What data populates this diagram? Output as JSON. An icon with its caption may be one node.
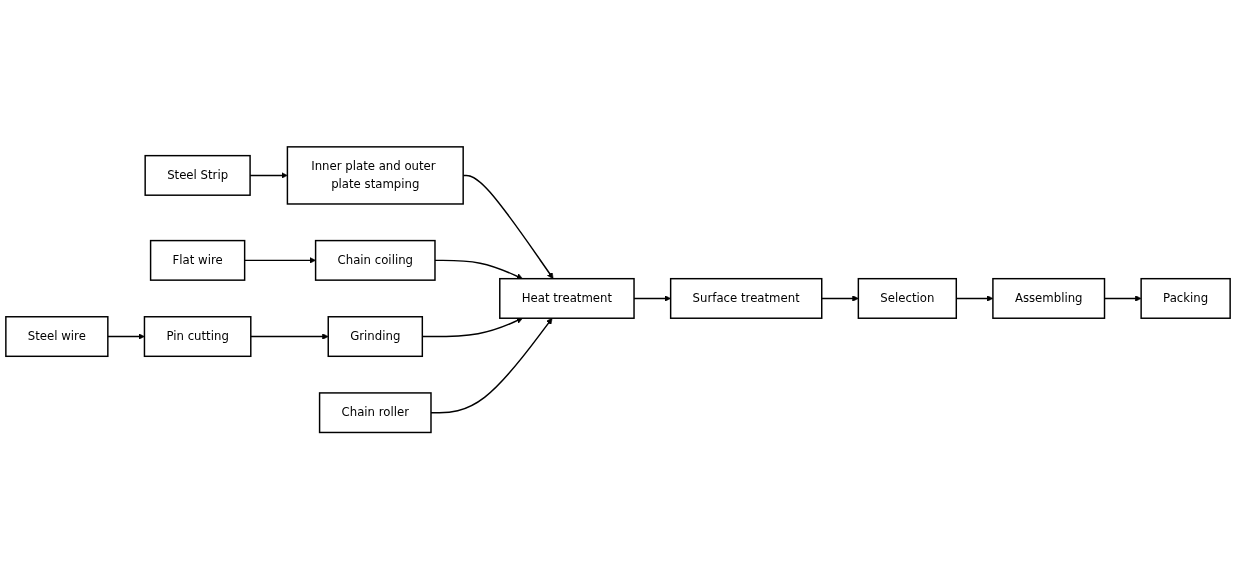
{
  "diagram": {
    "nodes": [
      {
        "text": [
          "Steel Strip"
        ]
      },
      {
        "text": [
          "Inner plate and outer plate stamping"
        ]
      },
      {
        "text": [
          "Flat wire"
        ]
      },
      {
        "text": [
          "Chain coiling"
        ]
      },
      {
        "text": [
          "Steel wire"
        ]
      },
      {
        "text": [
          "Pin cutting"
        ]
      },
      {
        "text": [
          "Grinding"
        ]
      },
      {
        "text": [
          "Chain roller"
        ]
      },
      {
        "text": [
          "Heat treatment"
        ]
      },
      {
        "text": [
          "Surface treatment"
        ]
      },
      {
        "text": [
          "Selection"
        ]
      },
      {
        "text": [
          "Assembling"
        ]
      },
      {
        "text": [
          "Packing"
        ]
      }
    ],
    "edges": [
      {
        "from": 0,
        "to": 1,
        "arrow": "to"
      },
      {
        "from": 1,
        "to": 8,
        "arrow": "to"
      },
      {
        "from": 2,
        "to": 3,
        "arrow": "to"
      },
      {
        "from": 3,
        "to": 8,
        "arrow": "to"
      },
      {
        "from": 4,
        "to": 5,
        "arrow": "to"
      },
      {
        "from": 5,
        "to": 6,
        "arrow": "to"
      },
      {
        "from": 6,
        "to": 8,
        "arrow": "to"
      },
      {
        "from": 7,
        "to": 8,
        "arrow": "to"
      },
      {
        "from": 8,
        "to": 9,
        "arrow": "to"
      },
      {
        "from": 9,
        "to": 10,
        "arrow": "to"
      },
      {
        "from": 10,
        "to": 11,
        "arrow": "to"
      },
      {
        "from": 11,
        "to": 12,
        "arrow": "to"
      }
    ]
  }
}
